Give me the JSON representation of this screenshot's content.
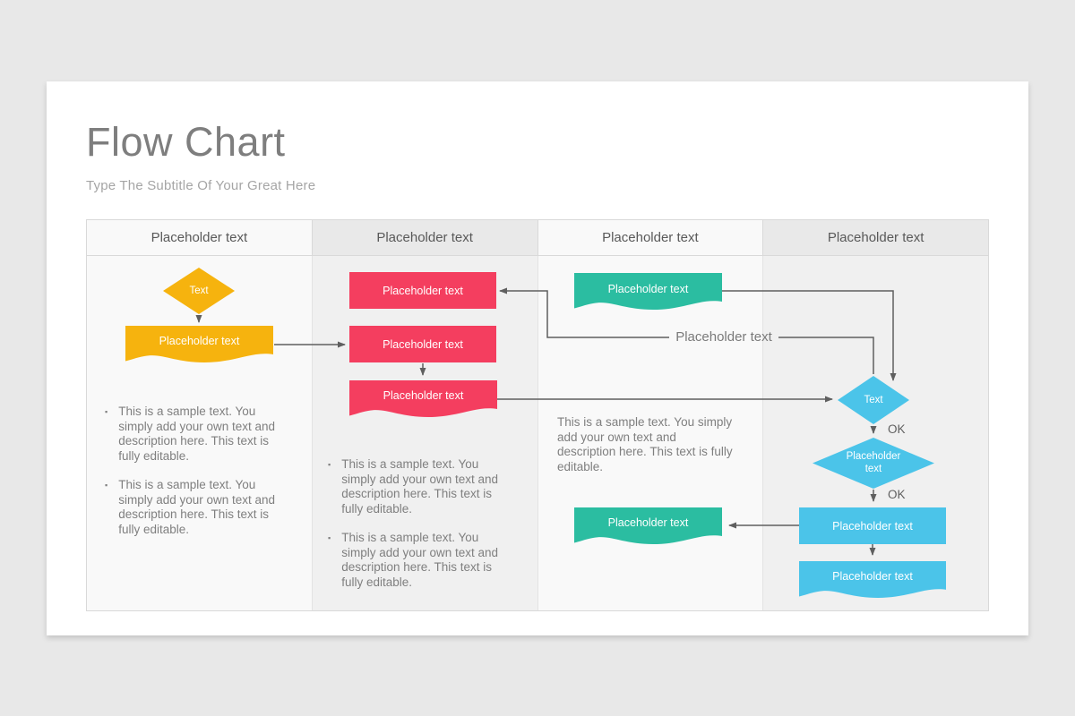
{
  "header": {
    "title": "Flow Chart",
    "subtitle": "Type The Subtitle Of Your Great Here"
  },
  "columns": [
    {
      "header": "Placeholder text"
    },
    {
      "header": "Placeholder text"
    },
    {
      "header": "Placeholder text"
    },
    {
      "header": "Placeholder text"
    }
  ],
  "colors": {
    "page_bg": "#e8e8e8",
    "card_bg": "#ffffff",
    "yellow": "#f6b30e",
    "red": "#f43e5f",
    "teal": "#2bbda1",
    "blue": "#4bc4e9",
    "connector": "#5f5f5f",
    "title_text": "#7e7e7e",
    "body_text": "#7f7f7f"
  },
  "flow": {
    "col1": {
      "diamond": "Text",
      "doc": "Placeholder text",
      "bullets": [
        "This is a sample text. You\nsimply add your own text and\ndescription here. This text is\nfully editable.",
        "This is a sample text. You\nsimply add your own text and\ndescription here. This text is\nfully editable."
      ]
    },
    "col2": {
      "rect1": "Placeholder text",
      "rect2": "Placeholder text",
      "doc": "Placeholder text",
      "bullets": [
        "This is a sample text. You\nsimply add your own text and\ndescription here. This text is\nfully editable.",
        "This is a sample text. You\nsimply add your own text and\ndescription here. This text is\nfully editable."
      ]
    },
    "col3": {
      "doc_top": "Placeholder text",
      "mid_label": "Placeholder text",
      "paragraph": "This is a sample text. You simply\nadd your own text and\ndescription here. This text is fully\neditable.",
      "doc_bottom": "Placeholder text"
    },
    "col4": {
      "diamond1": "Text",
      "ok1": "OK",
      "diamond2": "Placeholder text",
      "ok2": "OK",
      "rect": "Placeholder text",
      "doc": "Placeholder text"
    }
  }
}
